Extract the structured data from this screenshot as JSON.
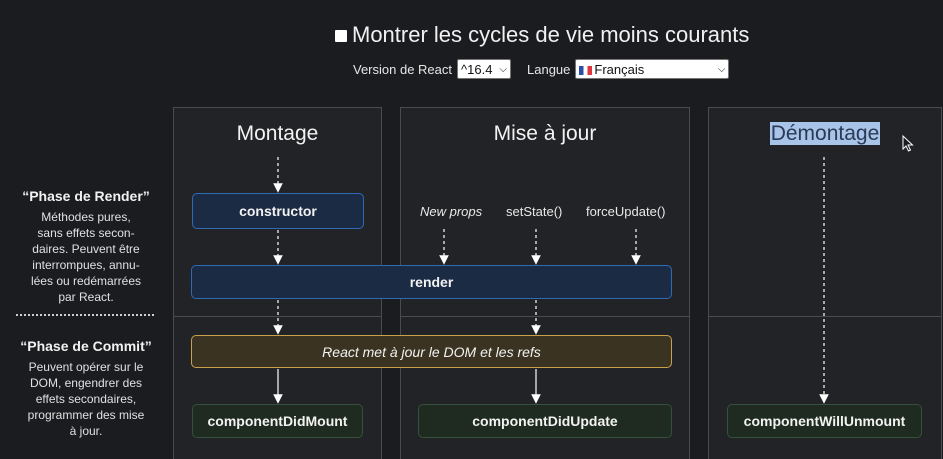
{
  "header": {
    "toggle_label": "Montrer les cycles de vie moins courants",
    "version_label": "Version de React",
    "version_value": "^16.4",
    "language_label": "Langue",
    "language_value": "Français"
  },
  "columns": {
    "mount": "Montage",
    "update": "Mise à jour",
    "unmount": "Démontage"
  },
  "legend": {
    "render_title": "“Phase de Render”",
    "render_lines": [
      "Méthodes pures,",
      "sans effets secon-",
      "daires. Peuvent être",
      "interrompues, annu-",
      "lées ou redémarrées",
      "par React."
    ],
    "commit_title": "“Phase de Commit”",
    "commit_lines": [
      "Peuvent opérer sur le",
      "DOM, engendrer des",
      "effets secondaires,",
      "programmer des mise",
      "à jour."
    ]
  },
  "lifecycle": {
    "constructor": "constructor",
    "render": "render",
    "dom_update": "React met à jour le DOM et les refs",
    "did_mount": "componentDidMount",
    "did_update": "componentDidUpdate",
    "will_unmount": "componentWillUnmount"
  },
  "triggers": {
    "new_props": "New props",
    "set_state": "setState()",
    "force_update": "forceUpdate()"
  },
  "colors": {
    "render_phase_border": "#2f6bb5",
    "commit_dom_border": "#c9a14a",
    "commit_box_border": "#35513a",
    "selection_highlight": "#a8c4e8"
  }
}
